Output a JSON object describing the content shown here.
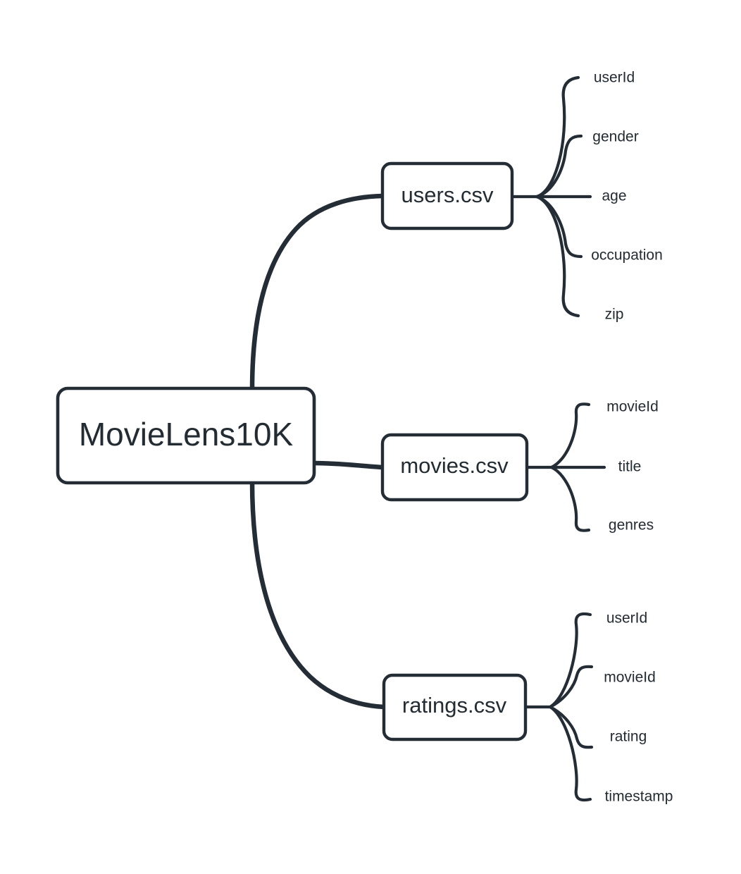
{
  "diagram": {
    "type": "mindmap",
    "title": "MovieLens10K dataset schema mind map",
    "colors": {
      "stroke": "#242d36",
      "text": "#232b33",
      "background": "#ffffff"
    },
    "root": {
      "label": "MovieLens10K"
    },
    "branches": [
      {
        "label": "users.csv",
        "leaves": [
          {
            "label": "userId"
          },
          {
            "label": "gender"
          },
          {
            "label": "age"
          },
          {
            "label": "occupation"
          },
          {
            "label": "zip"
          }
        ]
      },
      {
        "label": "movies.csv",
        "leaves": [
          {
            "label": "movieId"
          },
          {
            "label": "title"
          },
          {
            "label": "genres"
          }
        ]
      },
      {
        "label": "ratings.csv",
        "leaves": [
          {
            "label": "userId"
          },
          {
            "label": "movieId"
          },
          {
            "label": "rating"
          },
          {
            "label": "timestamp"
          }
        ]
      }
    ]
  }
}
